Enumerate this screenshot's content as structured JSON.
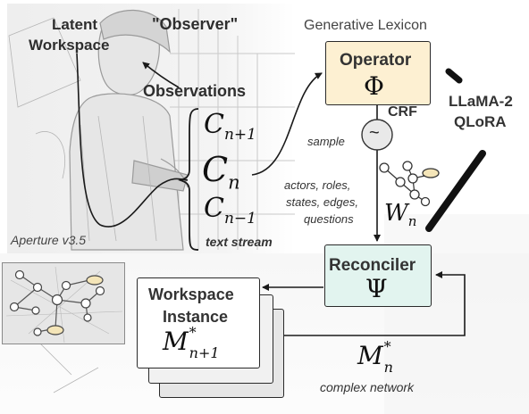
{
  "sketch": {
    "title_line1": "Latent",
    "title_line2": "Workspace",
    "observer_label": "\"Observer\"",
    "version_label": "Aperture v3.5"
  },
  "observations": {
    "heading": "Observations",
    "c_base": "C",
    "c_next_sub": "n+1",
    "c_now_sub": "n",
    "c_prev_sub": "n−1",
    "stream_label": "text stream"
  },
  "lexicon": {
    "heading": "Generative Lexicon",
    "operator_title": "Operator",
    "operator_symbol": "Φ",
    "crf_label": "CRF",
    "sample_label": "sample",
    "tilde_symbol": "~",
    "model_line1": "LLaMA-2",
    "model_line2": "QLoRA",
    "extract_lines": [
      "actors, roles,",
      "states, edges,",
      "questions"
    ],
    "w_base": "W",
    "w_sub": "n"
  },
  "reconciler": {
    "title": "Reconciler",
    "symbol": "Ψ"
  },
  "workspace": {
    "line1": "Workspace",
    "line2": "Instance",
    "m_base": "M",
    "m_sup": "*",
    "m_sub": "n+1"
  },
  "network": {
    "m_base": "M",
    "m_sup": "*",
    "m_sub": "n",
    "caption": "complex network"
  },
  "colors": {
    "operator_fill": "#fdf0d2",
    "reconciler_fill": "#e2f4ef",
    "arrow": "#1a1a1a",
    "text": "#3a3a3a",
    "node_highlight": "#f4e5b8"
  }
}
